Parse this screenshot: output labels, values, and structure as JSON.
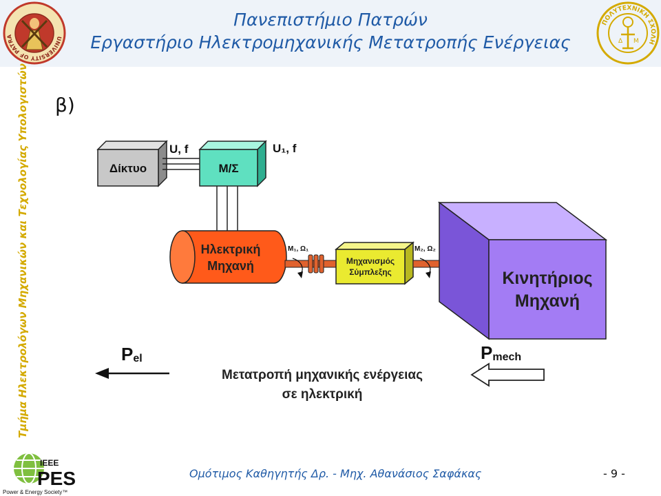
{
  "header": {
    "title_line1": "Πανεπιστήμιο Πατρών",
    "title_line2": "Εργαστήριο Ηλεκτρομηχανικής Μετατροπής Ενέργειας",
    "left_logo_text": "UNIVERSITY OF PATRAS",
    "right_logo_text": "ΠΟΛΥΤΕΧΝΙΚΗ ΣΧΟΛΗ"
  },
  "sidebar": {
    "text": "Τμήμα Ηλεκτρολόγων Μηχανικών και Τεχνολογίας Υπολογιστών"
  },
  "slide": {
    "subtitle": "β)"
  },
  "diagram": {
    "grid_label": "Δίκτυο",
    "converter_label": "Μ/Σ",
    "uf_label": "U, f",
    "u1f_label": "U₁, f",
    "machine_line1": "Ηλεκτρική",
    "machine_line2": "Μηχανή",
    "m1_label": "M₁, Ω₁",
    "m2_label": "M₂, Ω₂",
    "coupling_line1": "Μηχανισμός",
    "coupling_line2": "Σύμπλεξης",
    "engine_line1": "Κινητήριος",
    "engine_line2": "Μηχανή",
    "pel_main": "P",
    "pel_sub": "el",
    "pmech_main": "P",
    "pmech_sub": "mech",
    "caption_line1": "Μετατροπή μηχανικής ενέργειας",
    "caption_line2": "σε ηλεκτρική"
  },
  "footer": {
    "ieee_label": "IEEE",
    "pes_label": "PES",
    "society_label": "Power & Energy Society™",
    "author": "Ομότιμος Καθηγητής Δρ. - Μηχ. Αθανάσιος Σαφάκας",
    "page_number": "- 9 -"
  },
  "colors": {
    "title": "#1f5aa6",
    "sidebar_text": "#d4aa00",
    "grid_box": "#c8c8c8",
    "converter_box": "#5fe0c0",
    "machine": "#ff5a1a",
    "coupling": "#eaea30",
    "engine": "#a37cf4"
  }
}
